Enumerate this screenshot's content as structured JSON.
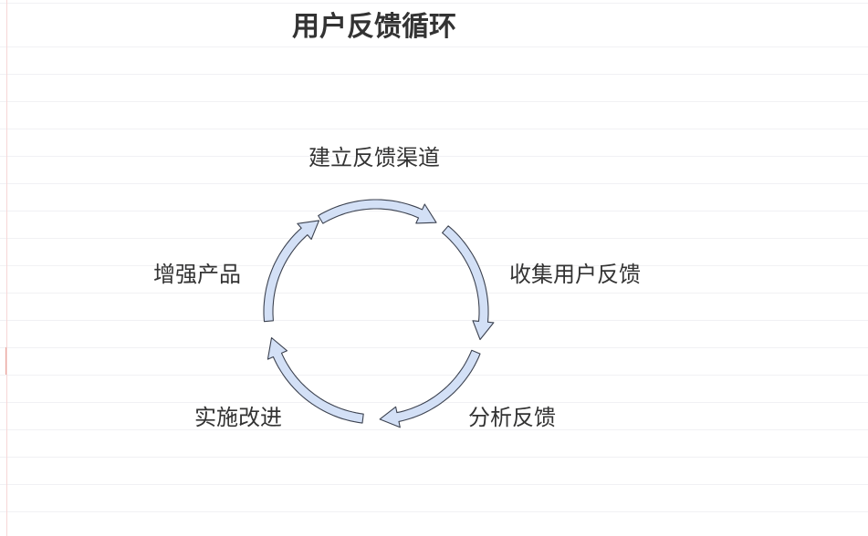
{
  "title": "用户反馈循环",
  "steps": [
    {
      "label": "建立反馈渠道"
    },
    {
      "label": "收集用户反馈"
    },
    {
      "label": "分析反馈"
    },
    {
      "label": "实施改进"
    },
    {
      "label": "增强产品"
    }
  ],
  "colors": {
    "arrow_fill": "#d3e0f6",
    "arrow_stroke": "#3c4250",
    "text": "#333333"
  }
}
